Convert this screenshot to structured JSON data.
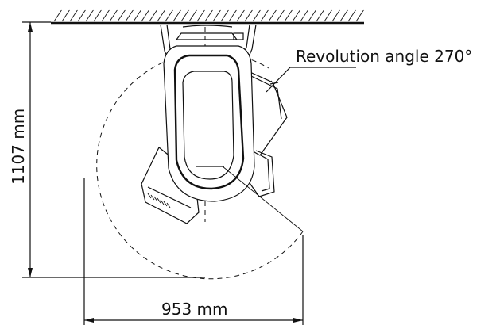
{
  "diagram": {
    "annotation": "Revolution angle 270°",
    "height_dimension": "1107 mm",
    "width_dimension": "953 mm"
  },
  "colors": {
    "line": "#111111",
    "background": "#ffffff"
  }
}
